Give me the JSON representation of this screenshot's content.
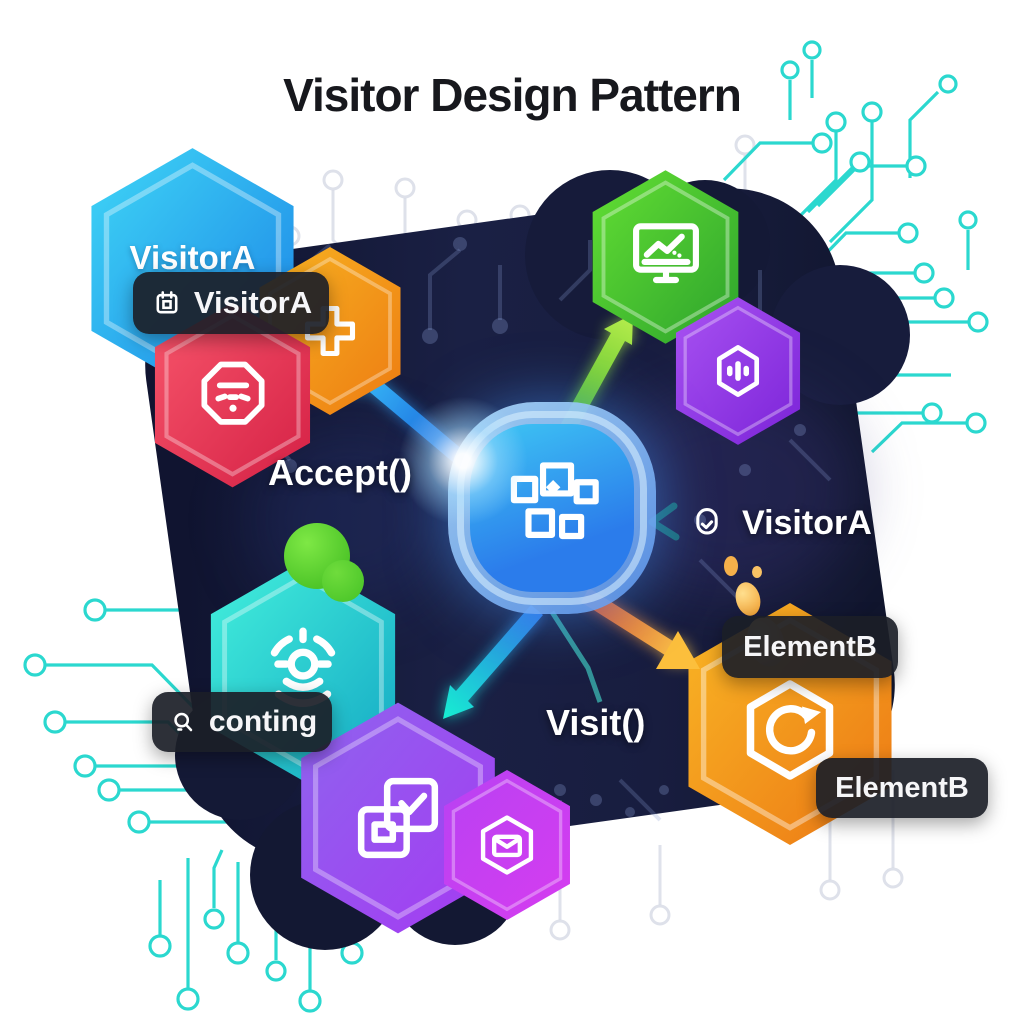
{
  "title": "Visitor Design Pattern",
  "colors": {
    "accent_cyan": "#2bd8cf",
    "board_dark": "#151a38",
    "blue": "#2f9bf0",
    "green": "#4cc72b",
    "purple": "#9b3cf0",
    "orange": "#f4931b",
    "red": "#e8314f",
    "teal": "#22d4c8",
    "magenta": "#c93cf0"
  },
  "center_node": {
    "icon": "objects-group-icon"
  },
  "hexagons": {
    "visitor_a": {
      "label": "VisitorA"
    },
    "plus": {
      "icon": "plus-icon"
    },
    "blocked": {
      "icon": "blocked-octagon-icon"
    },
    "monitor": {
      "icon": "monitor-chart-icon"
    },
    "hex_dial": {
      "icon": "hex-dial-icon"
    },
    "target": {
      "icon": "target-icon"
    },
    "grid_check": {
      "icon": "grid-check-icon"
    },
    "mail": {
      "icon": "mail-hex-icon"
    },
    "refresh": {
      "icon": "hex-refresh-icon"
    }
  },
  "pills": {
    "visitor_a": {
      "icon": "calendar-icon",
      "text": "VisitorA"
    },
    "conting": {
      "icon": "search-icon",
      "text": "conting"
    },
    "element_b_top": {
      "text": "ElementB"
    },
    "element_b_bottom": {
      "text": "ElementB"
    }
  },
  "labels": {
    "accept": "Accept()",
    "visit": "Visit()",
    "visitor_side": {
      "icon": "visitor-person-icon",
      "text": "VisitorA"
    }
  }
}
